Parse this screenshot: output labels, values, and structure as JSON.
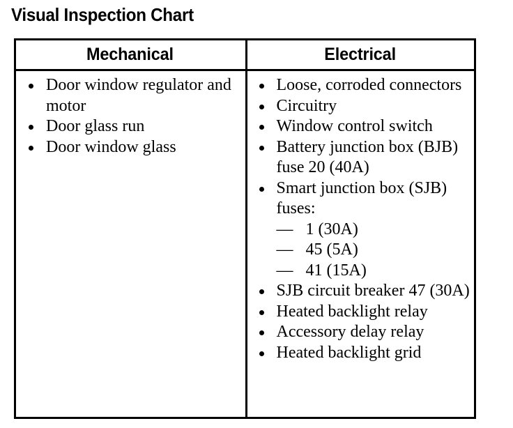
{
  "title": "Visual Inspection Chart",
  "table": {
    "columns": [
      {
        "key": "mechanical",
        "header": "Mechanical",
        "items": [
          {
            "text": "Door window regulator and motor"
          },
          {
            "text": "Door glass run"
          },
          {
            "text": "Door window glass"
          }
        ]
      },
      {
        "key": "electrical",
        "header": "Electrical",
        "items": [
          {
            "text": "Loose, corroded connectors"
          },
          {
            "text": "Circuitry"
          },
          {
            "text": "Window control switch"
          },
          {
            "text": "Battery junction box (BJB) fuse 20 (40A)"
          },
          {
            "text": "Smart junction box (SJB) fuses:",
            "subitems": [
              {
                "dash": "—",
                "text": "1 (30A)"
              },
              {
                "dash": "—",
                "text": "45 (5A)"
              },
              {
                "dash": "—",
                "text": "41 (15A)"
              }
            ]
          },
          {
            "text": "SJB circuit breaker 47 (30A)"
          },
          {
            "text": "Heated backlight relay"
          },
          {
            "text": "Accessory delay relay"
          },
          {
            "text": "Heated backlight grid"
          }
        ]
      }
    ]
  },
  "colors": {
    "ink": "#000000",
    "paper": "#ffffff"
  }
}
